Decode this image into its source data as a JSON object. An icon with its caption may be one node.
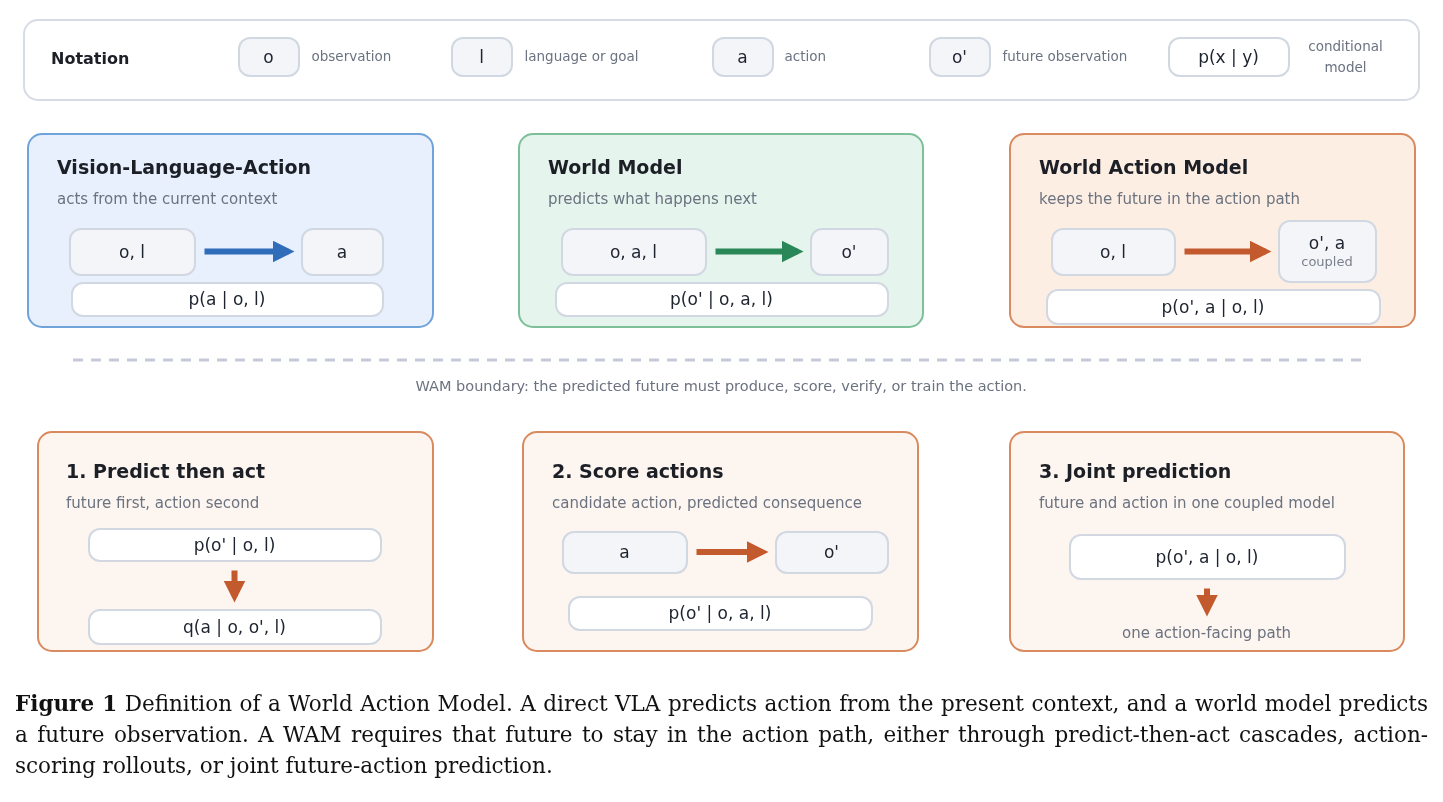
{
  "diagram": {
    "caption": "**Figure 1** Definition of a World Action Model. A direct VLA predicts action from the present context, and a world model predicts a future observation. A WAM requires that future to stay in the action path, either through predict-then-act cascades, action-scoring rollouts, or joint future-action prediction.",
    "nodes": [
      {
        "text": [
          "Notation"
        ]
      },
      {
        "text": [
          "o"
        ],
        "beside": [
          "observation"
        ],
        "in": 0
      },
      {
        "text": [
          "l"
        ],
        "beside": [
          "language or goal"
        ],
        "in": 0
      },
      {
        "text": [
          "a"
        ],
        "beside": [
          "action"
        ],
        "in": 0
      },
      {
        "text": [
          "o'"
        ],
        "beside": [
          "future observation"
        ],
        "in": 0
      },
      {
        "text": [
          "p(x | y)"
        ],
        "beside": [
          "conditional model"
        ],
        "in": 0
      },
      {
        "text": [
          "Vision-Language-Action",
          "acts from the current context"
        ]
      },
      {
        "text": [
          "o, l"
        ],
        "in": 6
      },
      {
        "text": [
          "a"
        ],
        "in": 6
      },
      {
        "text": [
          "p(a | o, l)"
        ],
        "in": 6
      },
      {
        "text": [
          "World Model",
          "predicts what happens next"
        ]
      },
      {
        "text": [
          "o, a, l"
        ],
        "in": 10
      },
      {
        "text": [
          "o'"
        ],
        "in": 10
      },
      {
        "text": [
          "p(o' | o, a, l)"
        ],
        "in": 10
      },
      {
        "text": [
          "World Action Model",
          "keeps the future in the action path"
        ]
      },
      {
        "text": [
          "o, l"
        ],
        "in": 14
      },
      {
        "text": [
          "o', a",
          "coupled"
        ],
        "in": 14
      },
      {
        "text": [
          "p(o', a | o, l)"
        ],
        "in": 14
      },
      {
        "text": [
          "1. Predict then act",
          "future first, action second"
        ]
      },
      {
        "text": [
          "p(o' | o, l)"
        ],
        "in": 18
      },
      {
        "text": [
          "q(a | o, o', l)"
        ],
        "in": 18
      },
      {
        "text": [
          "2. Score actions",
          "candidate action, predicted consequence"
        ]
      },
      {
        "text": [
          "a"
        ],
        "in": 21
      },
      {
        "text": [
          "o'"
        ],
        "in": 21
      },
      {
        "text": [
          "p(o' | o, a, l)"
        ],
        "in": 21
      },
      {
        "text": [
          "3. Joint prediction",
          "future and action in one coupled model"
        ]
      },
      {
        "text": [
          "p(o', a | o, l)"
        ],
        "in": 25
      },
      {
        "text": [
          "one action-facing path"
        ],
        "in": 25
      }
    ],
    "edges": [
      {
        "from": 7,
        "to": 8,
        "arrow": "to",
        "color": "#2f6dba"
      },
      {
        "from": 11,
        "to": 12,
        "arrow": "to",
        "color": "#2a8757"
      },
      {
        "from": 15,
        "to": 16,
        "arrow": "to"
      },
      {
        "from": 19,
        "to": 20,
        "arrow": "to"
      },
      {
        "from": 22,
        "to": 23,
        "arrow": "to"
      },
      {
        "from": 26,
        "to": 27,
        "arrow": "to"
      }
    ],
    "labels": [
      "WAM boundary: the predicted future must produce, score, verify, or train the action."
    ]
  }
}
